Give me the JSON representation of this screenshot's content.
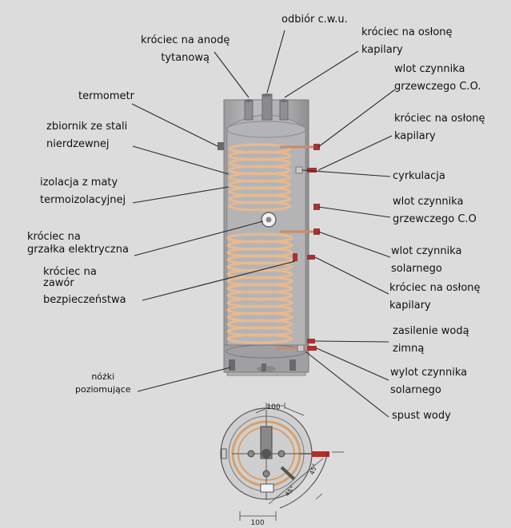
{
  "labels": {
    "odbior_cwu": "odbiór c.w.u.",
    "krociec_anoda": [
      "króciec na anodę",
      "tytanową"
    ],
    "krociec_oslona_1": [
      "króciec na osłonę",
      "kapilary"
    ],
    "wlot_co_1": [
      "wlot czynnika",
      "grzewczego C.O."
    ],
    "termometr": "termometr",
    "zbiornik": [
      "zbiornik ze stali",
      "nierdzewnej"
    ],
    "krociec_oslona_2": [
      "króciec na osłonę",
      "kapilary"
    ],
    "cyrkulacja": "cyrkulacja",
    "izolacja": [
      "izolacja z maty",
      "termoizolacyjnej"
    ],
    "wlot_co_2": [
      "wlot czynnika",
      "grzewczego C.O"
    ],
    "grzalka": [
      "króciec na",
      "grzałka elektryczna"
    ],
    "wlot_solar": [
      "wlot czynnika",
      "solarnego"
    ],
    "zawor": [
      "króciec na",
      "zawór"
    ],
    "bezpieczenstwa": "bezpieczeństwa",
    "krociec_oslona_3": [
      "króciec na osłonę",
      "kapilary"
    ],
    "zasilenie": [
      "zasilenie wodą",
      "zimną"
    ],
    "wylot_solar": [
      "wylot czynnika",
      "solarnego"
    ],
    "nozki": [
      "nóżki",
      "poziomujące"
    ],
    "spust": "spust wody"
  },
  "dimensions": {
    "top": "100",
    "bottom": "100",
    "angle_1": "45°",
    "angle_2": "45°"
  },
  "colors": {
    "background": "#dcdcdc",
    "tank": "#a9a9ab",
    "coil": "#e8b98f",
    "pipe_red": "#a83232",
    "leader": "#2a2a2a"
  }
}
